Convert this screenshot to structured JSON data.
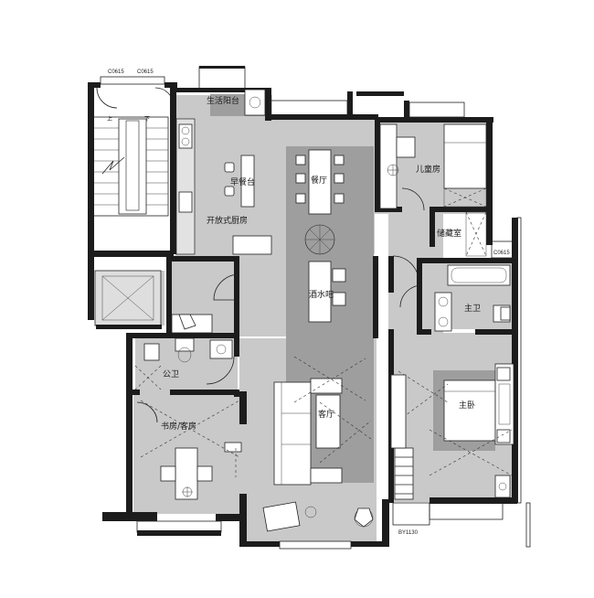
{
  "rooms": {
    "balcony_service": "生活阳台",
    "breakfast_bar": "早餐台",
    "open_kitchen": "开放式厨房",
    "dining": "餐厅",
    "bar": "酒水吧",
    "kids_room": "儿童房",
    "storage": "储藏室",
    "master_bath": "主卫",
    "master_bedroom": "主卧",
    "public_bath": "公卫",
    "study_guest": "书房/客房",
    "living": "客厅"
  },
  "window_codes": {
    "top_left_1": "C0615",
    "top_left_2": "C0615",
    "bath_window": "C0615",
    "bay_window": "BY1130"
  }
}
